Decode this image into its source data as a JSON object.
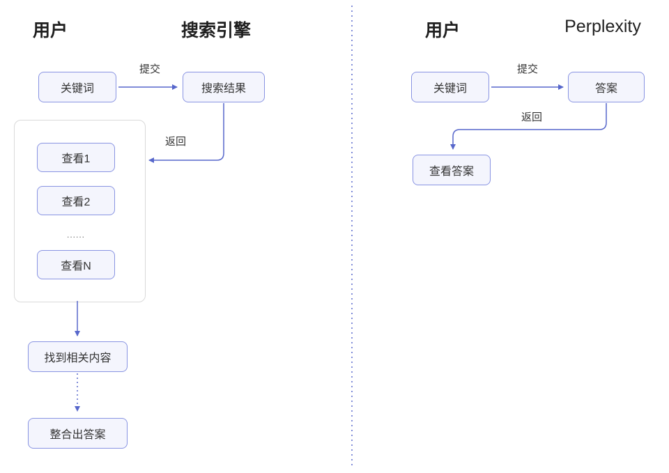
{
  "diagram": {
    "left": {
      "headers": {
        "user": "用户",
        "engine": "搜索引擎"
      },
      "nodes": {
        "keyword": "关键词",
        "search_results": "搜索结果",
        "view1": "查看1",
        "view2": "查看2",
        "ellipsis": "......",
        "viewN": "查看N",
        "find_content": "找到相关内容",
        "synthesize_answer": "整合出答案"
      },
      "edge_labels": {
        "submit": "提交",
        "return": "返回"
      }
    },
    "right": {
      "headers": {
        "user": "用户",
        "product": "Perplexity"
      },
      "nodes": {
        "keyword": "关键词",
        "answer": "答案",
        "view_answer": "查看答案"
      },
      "edge_labels": {
        "submit": "提交",
        "return": "返回"
      }
    }
  },
  "colors": {
    "node_border": "#8893e2",
    "node_fill": "#f4f5fd",
    "arrow": "#5767cb",
    "text": "#333333",
    "heading": "#1f1f1f",
    "group_border": "#d9d9d9",
    "divider": "#5767cb"
  }
}
